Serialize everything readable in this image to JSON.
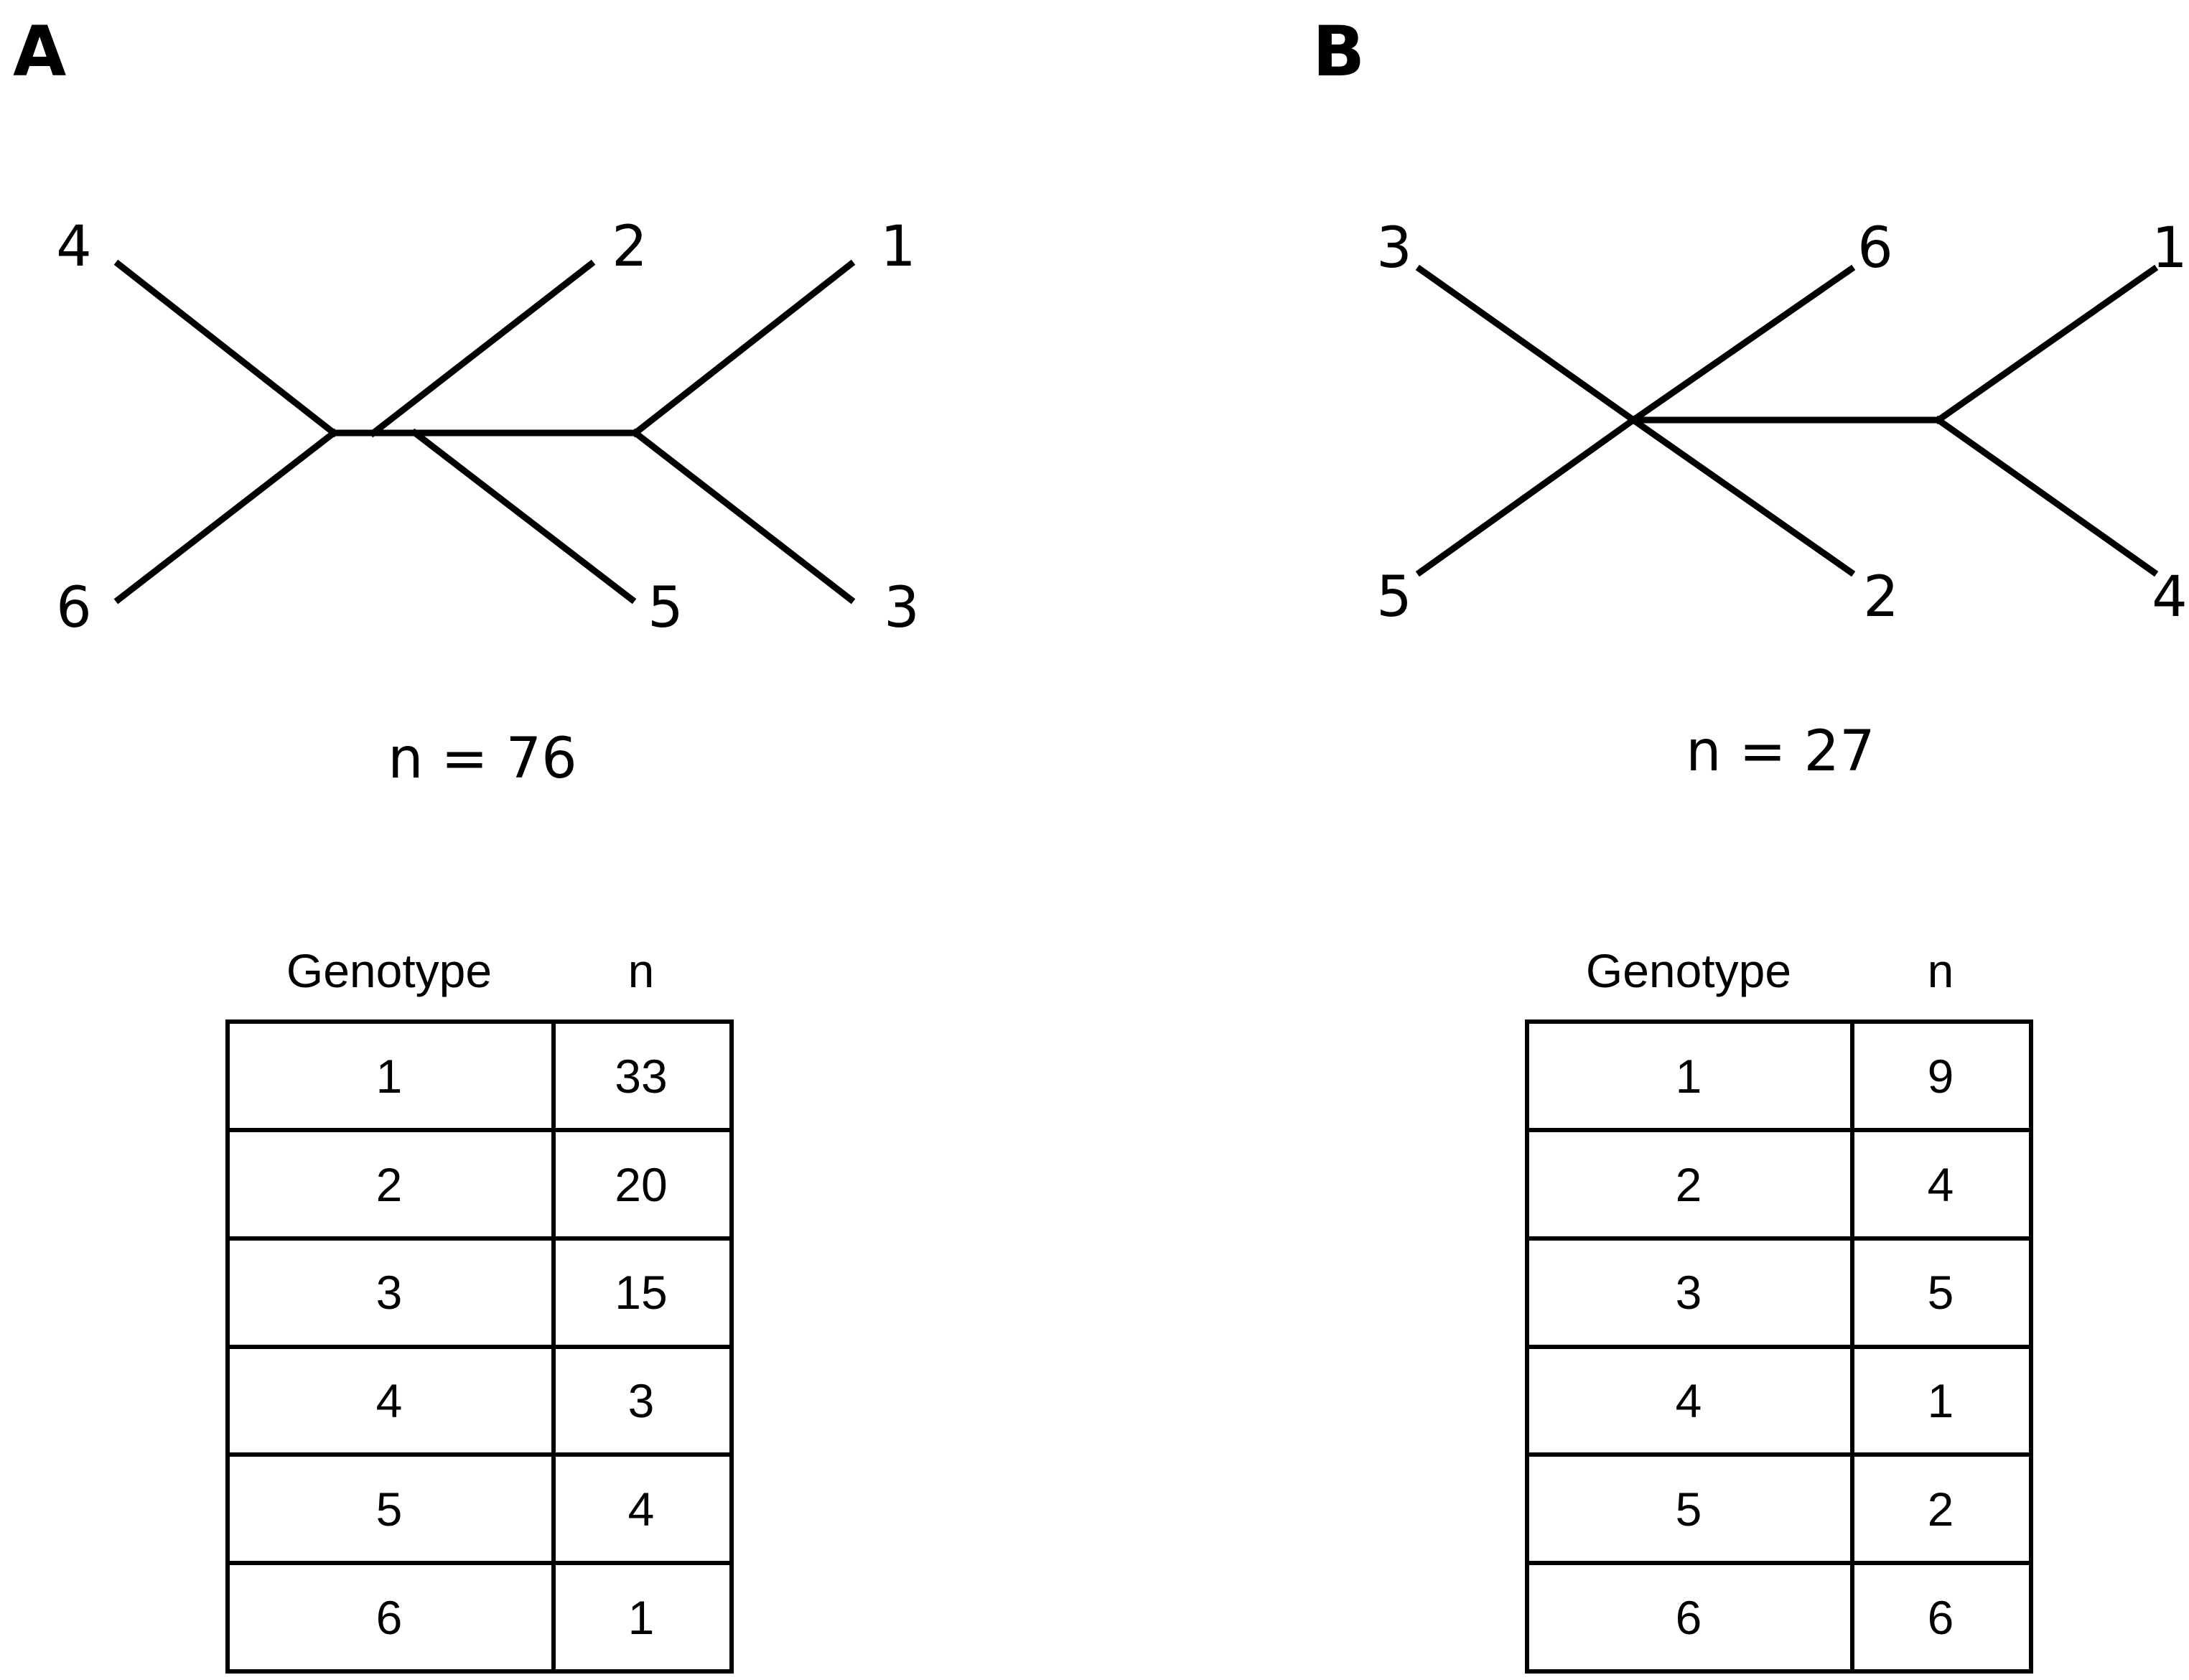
{
  "panels": [
    {
      "letter": "A",
      "tree_leaves": [
        "4",
        "2",
        "1",
        "6",
        "5",
        "3"
      ],
      "count_text": "n = 76",
      "table": {
        "headers": [
          "Genotype",
          "n"
        ],
        "rows": [
          [
            "1",
            "33"
          ],
          [
            "2",
            "20"
          ],
          [
            "3",
            "15"
          ],
          [
            "4",
            "3"
          ],
          [
            "5",
            "4"
          ],
          [
            "6",
            "1"
          ]
        ]
      }
    },
    {
      "letter": "B",
      "tree_leaves": [
        "3",
        "6",
        "1",
        "5",
        "2",
        "4"
      ],
      "count_text": "n = 27",
      "table": {
        "headers": [
          "Genotype",
          "n"
        ],
        "rows": [
          [
            "1",
            "9"
          ],
          [
            "2",
            "4"
          ],
          [
            "3",
            "5"
          ],
          [
            "4",
            "1"
          ],
          [
            "5",
            "2"
          ],
          [
            "6",
            "6"
          ]
        ]
      }
    }
  ]
}
